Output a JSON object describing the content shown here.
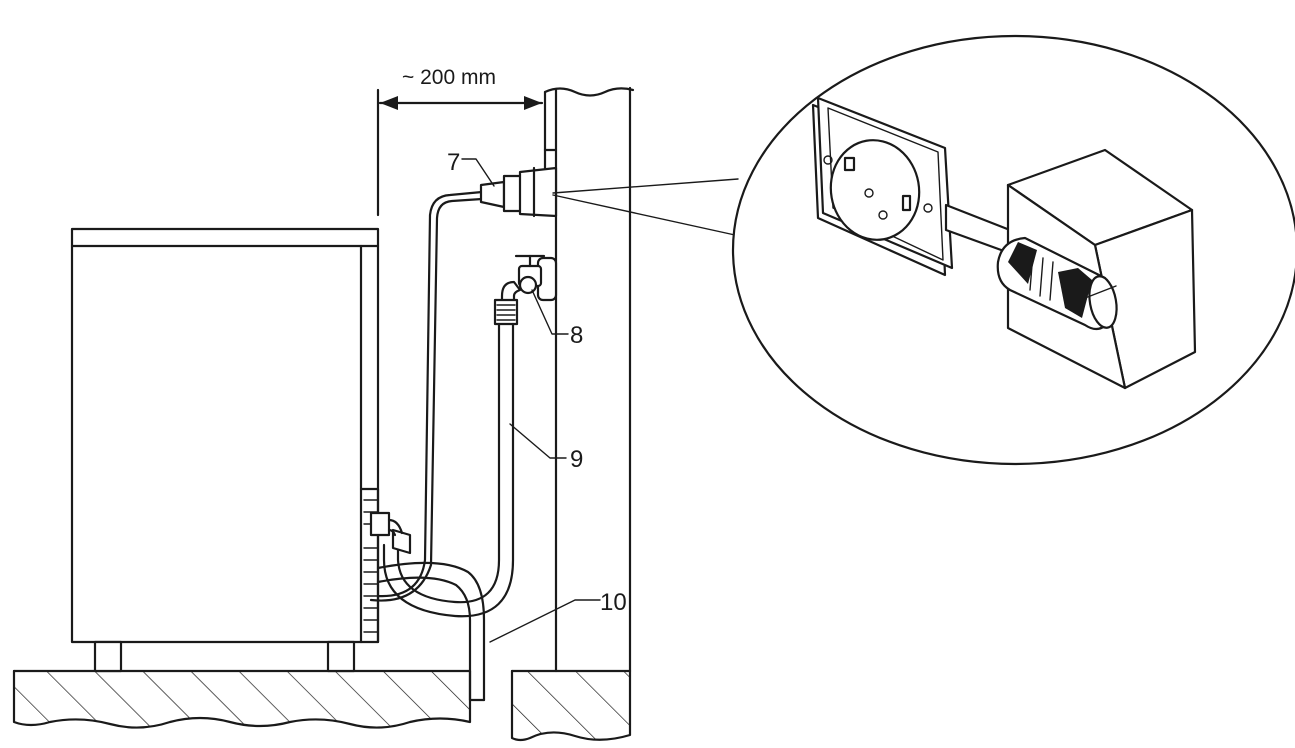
{
  "dimension": {
    "distance_label": "~ 200 mm"
  },
  "callouts": {
    "c7": "7",
    "c8": "8",
    "c9": "9",
    "c10": "10"
  },
  "colors": {
    "line": "#1a1a1a",
    "background": "#ffffff"
  }
}
